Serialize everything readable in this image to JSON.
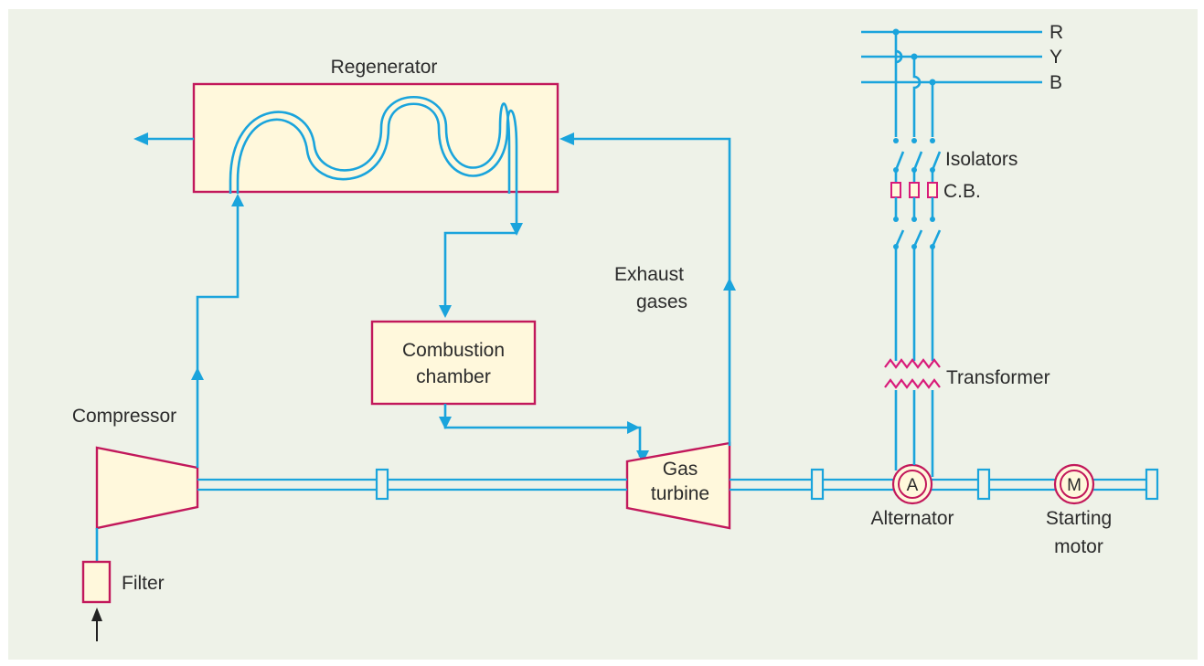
{
  "labels": {
    "regenerator": "Regenerator",
    "combustion_line1": "Combustion",
    "combustion_line2": "chamber",
    "exhaust_line1": "Exhaust",
    "exhaust_line2": "gases",
    "compressor": "Compressor",
    "filter": "Filter",
    "turbine_line1": "Gas",
    "turbine_line2": "turbine",
    "alternator": "Alternator",
    "alternator_symbol": "A",
    "motor_line1": "Starting",
    "motor_line2": "motor",
    "motor_symbol": "M",
    "isolators": "Isolators",
    "circuit_breaker": "C.B.",
    "transformer": "Transformer",
    "phase_r": "R",
    "phase_y": "Y",
    "phase_b": "B"
  },
  "colors": {
    "pipe": "#1aa4dc",
    "component_outline": "#c2185b",
    "component_fill": "#fff8dc",
    "background": "#eef2e8"
  }
}
